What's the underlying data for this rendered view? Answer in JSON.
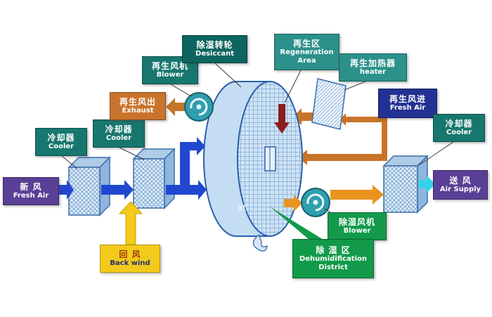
{
  "labels": {
    "fresh_air_in": {
      "zh": "新  风",
      "en": "Fresh Air"
    },
    "cooler1": {
      "zh": "冷却器",
      "en": "Cooler"
    },
    "cooler2": {
      "zh": "冷却器",
      "en": "Cooler"
    },
    "regen_blower": {
      "zh": "再生风机",
      "en": "Blower"
    },
    "exhaust": {
      "zh": "再生风出",
      "en": "Exhaust"
    },
    "desiccant_wheel": {
      "zh": "除湿转轮",
      "en": "Desiccant"
    },
    "regen_area": {
      "zh": "再生区",
      "en": "Regeneration Area"
    },
    "regen_heater": {
      "zh": "再生加热器",
      "en": "heater"
    },
    "regen_fresh_air": {
      "zh": "再生风进",
      "en": "Fresh Air"
    },
    "cooler3": {
      "zh": "冷却器",
      "en": "Cooler"
    },
    "air_supply": {
      "zh": "送  风",
      "en": "Air Supply"
    },
    "dehumid_blower": {
      "zh": "除湿风机",
      "en": "Blower"
    },
    "dehumid_district": {
      "zh": "除 湿 区",
      "en": "Dehumidification District"
    },
    "back_wind": {
      "zh": "回  风",
      "en": "Back wind"
    }
  },
  "watermark": "xt",
  "colors": {
    "teal_label": "#17776f",
    "dark_teal_label": "#0d655f",
    "light_teal_label": "#2b918a",
    "green_label": "#129a4a",
    "purple_label": "#5a3f96",
    "navy_label": "#223193",
    "orange_label": "#c9742c",
    "yellow_label": "#f2ca1c",
    "process_arrow_blue": "#2047d0",
    "regen_arrow_orange": "#c77428",
    "dehumid_arrow_orange": "#e8941f",
    "hot_air_arrow_red": "#8b1d1d",
    "return_air_arrow_yellow": "#f2ca1c",
    "supply_arrow_cyan": "#35d3e8",
    "equipment_fill": "#c5ddf2",
    "equipment_outline": "#2a5fae"
  }
}
